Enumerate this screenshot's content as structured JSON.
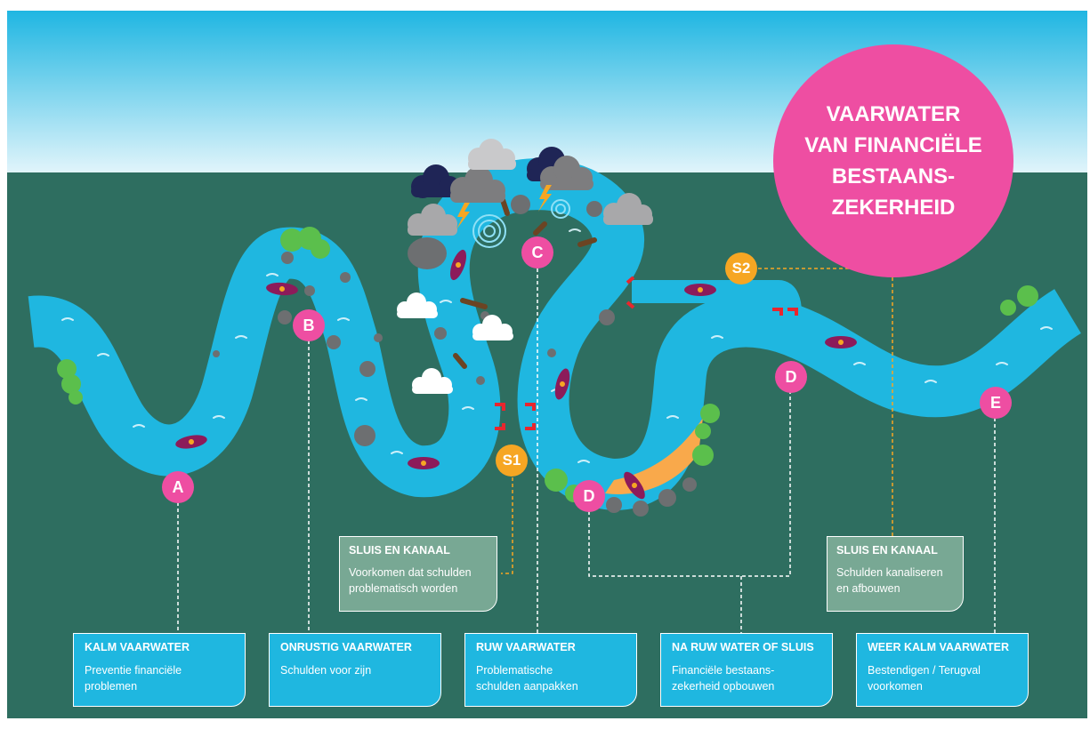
{
  "title": {
    "line1": "VAARWATER",
    "line2": "VAN FINANCIËLE",
    "line3": "BESTAANS-",
    "line4": "ZEKERHEID"
  },
  "markers": {
    "a": "A",
    "b": "B",
    "c": "C",
    "d1": "D",
    "d2": "D",
    "e": "E",
    "s1": "S1",
    "s2": "S2"
  },
  "boxes": {
    "kalm": {
      "title": "KALM VAARWATER",
      "line1": "Preventie financiële",
      "line2": "problemen"
    },
    "onrustig": {
      "title": "ONRUSTIG VAARWATER",
      "line1": "Schulden voor zijn",
      "line2": ""
    },
    "ruw": {
      "title": "RUW VAARWATER",
      "line1": "Problematische",
      "line2": "schulden aanpakken"
    },
    "na_ruw": {
      "title": "NA RUW WATER OF SLUIS",
      "line1": "Financiële bestaans-",
      "line2": "zekerheid opbouwen"
    },
    "weer_kalm": {
      "title": "WEER KALM VAARWATER",
      "line1": "Bestendigen / Terugval",
      "line2": "voorkomen"
    },
    "sluis1": {
      "title": "SLUIS EN KANAAL",
      "line1": "Voorkomen dat schulden",
      "line2": "problematisch worden"
    },
    "sluis2": {
      "title": "SLUIS EN KANAAL",
      "line1": "Schulden kanaliseren",
      "line2": "en afbouwen"
    }
  },
  "colors": {
    "sky_top": "#1fb6e2",
    "sky_bottom": "#e3f5fb",
    "ground": "#2e6e60",
    "river": "#1fb7e0",
    "pink": "#ee4ea2",
    "orange": "#f6a623",
    "boat": "#8c1b5a",
    "lock": "#e8262e",
    "box_blue": "#1fb7e0",
    "box_green": "#78a894"
  }
}
